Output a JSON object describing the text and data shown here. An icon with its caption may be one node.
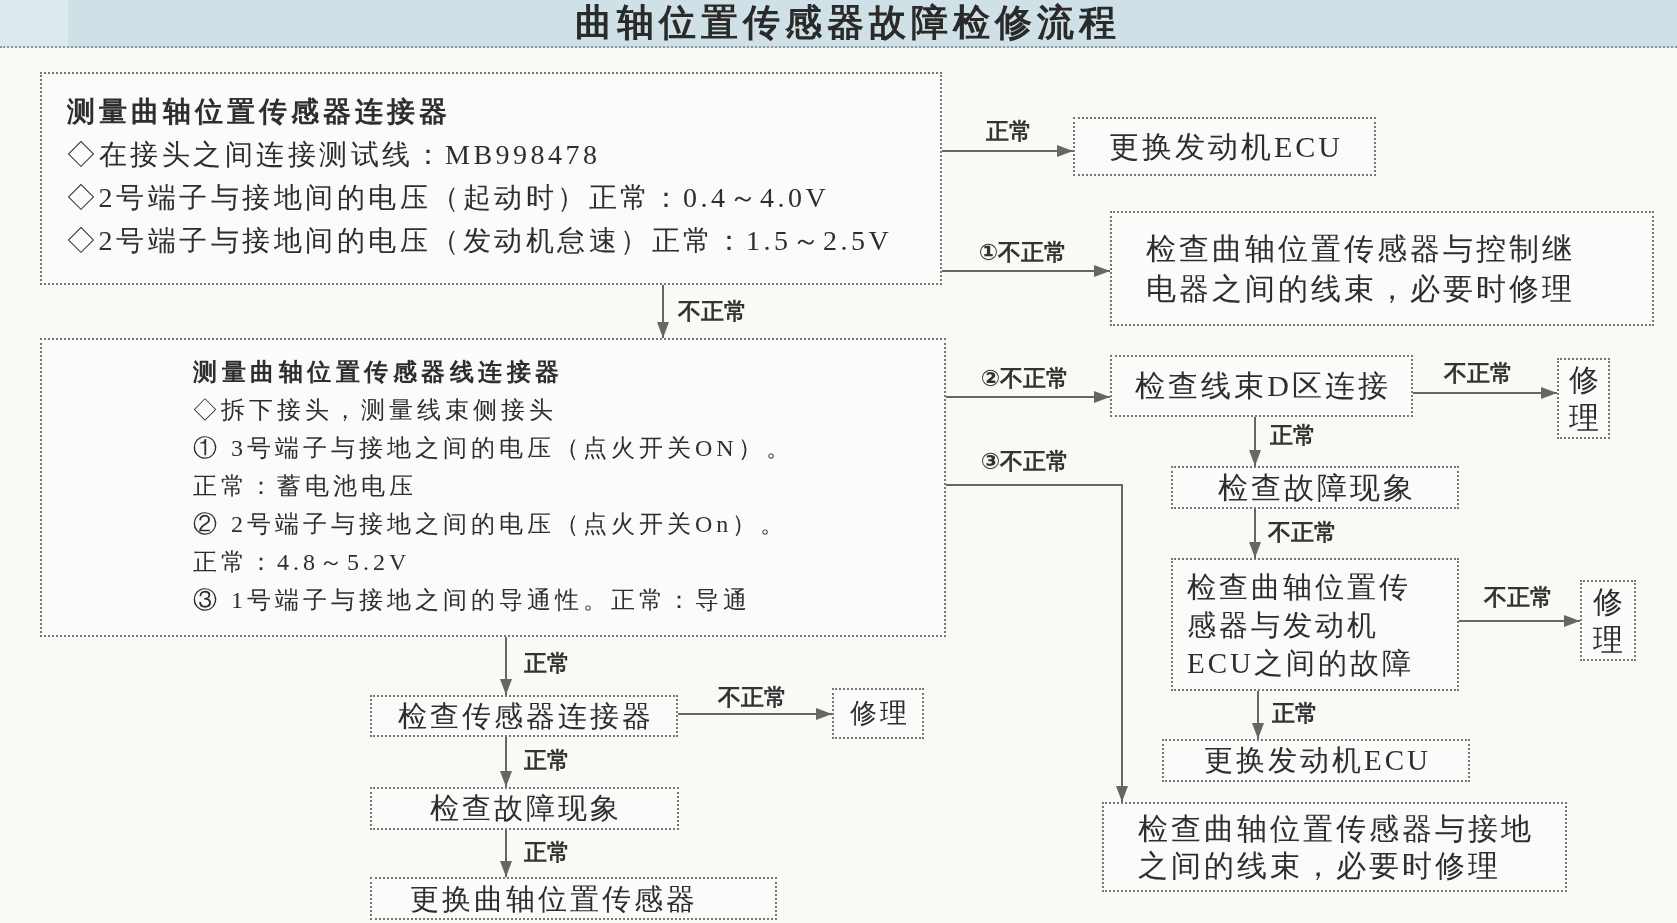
{
  "diagram": {
    "title": "曲轴位置传感器故障检修流程",
    "nodes": [
      {
        "text": [
          "测量曲轴位置传感器连接器",
          "◇在接头之间连接测试线：MB998478",
          "◇2号端子与接地间的电压（起动时）正常：0.4～4.0V",
          "◇2号端子与接地间的电压（发动机怠速）正常：1.5～2.5V"
        ]
      },
      {
        "text": [
          "更换发动机ECU"
        ]
      },
      {
        "text": [
          "检查曲轴位置传感器与控制继电器之间的线束，必要时修理"
        ]
      },
      {
        "text": [
          "测量曲轴位置传感器线连接器",
          "◇拆下接头，测量线束侧接头",
          "① 3号端子与接地之间的电压（点火开关ON）。",
          "正常：蓄电池电压",
          "② 2号端子与接地之间的电压（点火开关On）。",
          "正常：4.8～5.2V",
          "③ 1号端子与接地之间的导通性。正常：导通"
        ]
      },
      {
        "text": [
          "检查线束D区连接"
        ]
      },
      {
        "text": [
          "修理"
        ]
      },
      {
        "text": [
          "检查故障现象"
        ]
      },
      {
        "text": [
          "检查曲轴位置传感器与发动机ECU之间的故障"
        ]
      },
      {
        "text": [
          "修理"
        ]
      },
      {
        "text": [
          "更换发动机ECU"
        ]
      },
      {
        "text": [
          "检查曲轴位置传感器与接地之间的线束，必要时修理"
        ]
      },
      {
        "text": [
          "检查传感器连接器"
        ]
      },
      {
        "text": [
          "修理"
        ]
      },
      {
        "text": [
          "检查故障现象"
        ]
      },
      {
        "text": [
          "更换曲轴位置传感器"
        ]
      }
    ],
    "edges": [
      {
        "from": 0,
        "to": 1,
        "arrow": "to",
        "label": "正常"
      },
      {
        "from": 0,
        "to": 2,
        "arrow": "to",
        "label": "①不正常"
      },
      {
        "from": 0,
        "to": 3,
        "arrow": "to",
        "label": "不正常"
      },
      {
        "from": 3,
        "to": 4,
        "arrow": "to",
        "label": "②不正常"
      },
      {
        "from": 3,
        "to": 10,
        "arrow": "to",
        "label": "③不正常"
      },
      {
        "from": 4,
        "to": 5,
        "arrow": "to",
        "label": "不正常"
      },
      {
        "from": 4,
        "to": 6,
        "arrow": "to",
        "label": "正常"
      },
      {
        "from": 6,
        "to": 7,
        "arrow": "to",
        "label": "不正常"
      },
      {
        "from": 7,
        "to": 8,
        "arrow": "to",
        "label": "不正常"
      },
      {
        "from": 7,
        "to": 9,
        "arrow": "to",
        "label": "正常"
      },
      {
        "from": 3,
        "to": 11,
        "arrow": "to",
        "label": "正常"
      },
      {
        "from": 11,
        "to": 12,
        "arrow": "to",
        "label": "不正常"
      },
      {
        "from": 11,
        "to": 13,
        "arrow": "to",
        "label": "正常"
      },
      {
        "from": 13,
        "to": 14,
        "arrow": "to",
        "label": "正常"
      }
    ]
  }
}
